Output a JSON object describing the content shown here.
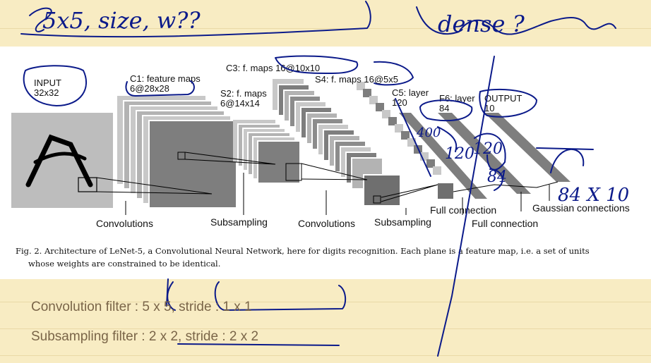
{
  "annotations": {
    "top_left": "5x5, size, w??",
    "top_right": "dense ?",
    "numbers_1": "400",
    "numbers_2": "120",
    "numbers_3": "120",
    "numbers_4": "84",
    "bottom_right": "84 X 10"
  },
  "diagram": {
    "input_label_1": "INPUT",
    "input_label_2": "32x32",
    "c1_label_1": "C1: feature maps",
    "c1_label_2": "6@28x28",
    "s2_label_1": "S2: f. maps",
    "s2_label_2": "6@14x14",
    "c3_label": "C3: f. maps 16@10x10",
    "s4_label": "S4: f. maps 16@5x5",
    "c5_label_1": "C5: layer",
    "c5_label_2": "120",
    "f6_label_1": "F6: layer",
    "f6_label_2": "84",
    "output_label_1": "OUTPUT",
    "output_label_2": "10",
    "op_convolutions_1": "Convolutions",
    "op_subsampling_1": "Subsampling",
    "op_convolutions_2": "Convolutions",
    "op_subsampling_2": "Subsampling",
    "op_full_connection_1": "Full connection",
    "op_full_connection_2": "Full connection",
    "op_gaussian": "Gaussian connections"
  },
  "caption": {
    "line1": "Fig. 2.  Architecture of LeNet-5, a Convolutional Neural Network, here for digits recognition. Each plane is a feature map, i.e. a set of units",
    "line2": "whose weights are constrained to be identical."
  },
  "notes": {
    "conv": "Convolution filter : 5 x 5,  stride : 1 x 1",
    "sub": "Subsampling filter : 2 x 2,  stride : 2 x 2"
  },
  "colors": {
    "background": "#f8ecc3",
    "ink": "#0b1a8a",
    "note_text": "#7a6548"
  }
}
